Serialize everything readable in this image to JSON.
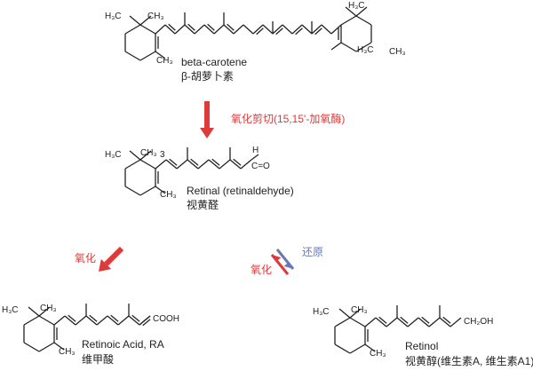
{
  "atoms": {
    "h3c": "H₃C",
    "ch3": "CH₃",
    "cho_h": "H",
    "cho": "C=O",
    "cooh": "COOH",
    "ch2oh": "CH₂OH",
    "locant3": "3"
  },
  "beta_carotene": {
    "name_en": "beta-carotene",
    "name_zh": "β-胡萝卜素"
  },
  "step1": {
    "label": "氧化剪切(15,15'-加氧酶)"
  },
  "retinal": {
    "name_en": "Retinal (retinaldehyde)",
    "name_zh": "视黄醛"
  },
  "oxidation_left": {
    "label": "氧化"
  },
  "redox": {
    "reduction": "还原",
    "oxidation": "氧化"
  },
  "retinoic_acid": {
    "name_en": "Retinoic Acid, RA",
    "name_zh": "维甲酸"
  },
  "retinol": {
    "name_en": "Retinol",
    "name_zh": "视黄醇(维生素A, 维生素A1)"
  },
  "colors": {
    "red": "#e0393a",
    "blue": "#6a78b8",
    "bond": "#222222"
  }
}
